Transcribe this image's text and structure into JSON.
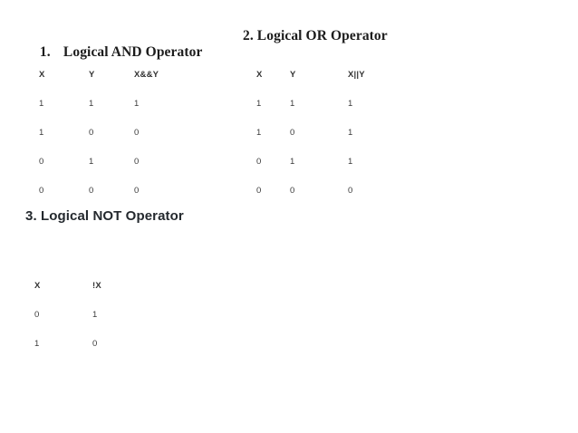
{
  "document": {
    "background_color": "#ffffff",
    "text_color": "#2b2b2b"
  },
  "sections": {
    "and": {
      "number": "1.",
      "title": "Logical AND Operator",
      "heading_full": "1.   Logical AND Operator"
    },
    "or": {
      "number": "2.",
      "title": "Logical OR Operator",
      "heading_full": "2. Logical OR Operator"
    },
    "not": {
      "number": "3.",
      "title": "Logical NOT Operator",
      "heading_full": "3. Logical NOT Operator"
    }
  },
  "tables": {
    "and": {
      "headers": [
        "X",
        "Y",
        "X&&Y"
      ],
      "rows": [
        [
          "1",
          "1",
          "1"
        ],
        [
          "1",
          "0",
          "0"
        ],
        [
          "0",
          "1",
          "0"
        ],
        [
          "0",
          "0",
          "0"
        ]
      ]
    },
    "or": {
      "headers": [
        "X",
        "Y",
        "X||Y"
      ],
      "rows": [
        [
          "1",
          "1",
          "1"
        ],
        [
          "1",
          "0",
          "1"
        ],
        [
          "0",
          "1",
          "1"
        ],
        [
          "0",
          "0",
          "0"
        ]
      ]
    },
    "not": {
      "headers": [
        "X",
        "!X"
      ],
      "rows": [
        [
          "0",
          "1"
        ],
        [
          "1",
          "0"
        ]
      ]
    }
  }
}
